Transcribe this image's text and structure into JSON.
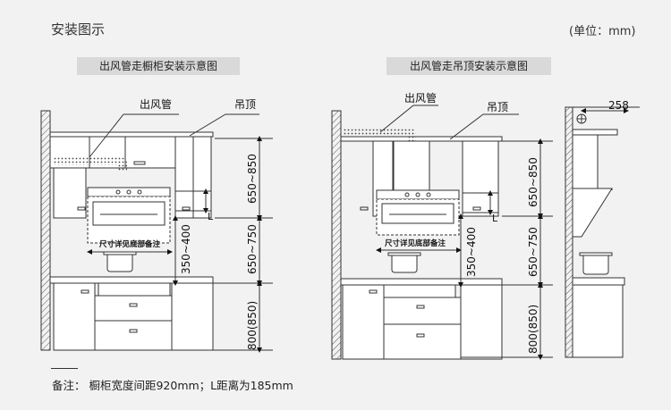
{
  "title": "安装图示",
  "unit": "(单位：mm)",
  "diagram_left": {
    "caption": "出风管走橱柜安装示意图",
    "label_duct": "出风管",
    "label_ceiling": "吊顶",
    "dim_top": "650~850",
    "dim_middle": "650~750",
    "dim_hood": "350~400",
    "dim_bottom": "800(850)",
    "label_l": "L",
    "size_note": "尺寸详见底部备注"
  },
  "diagram_right": {
    "caption": "出风管走吊顶安装示意图",
    "label_duct": "出风管",
    "label_ceiling": "吊顶",
    "dim_top": "650~850",
    "dim_middle": "650~750",
    "dim_hood": "350~400",
    "dim_bottom": "800(850)",
    "label_l": "L",
    "size_note": "尺寸详见底部备注"
  },
  "side_view": {
    "dim_width": "258"
  },
  "note": "备注： 橱柜宽度间距920mm；L距离为185mm"
}
